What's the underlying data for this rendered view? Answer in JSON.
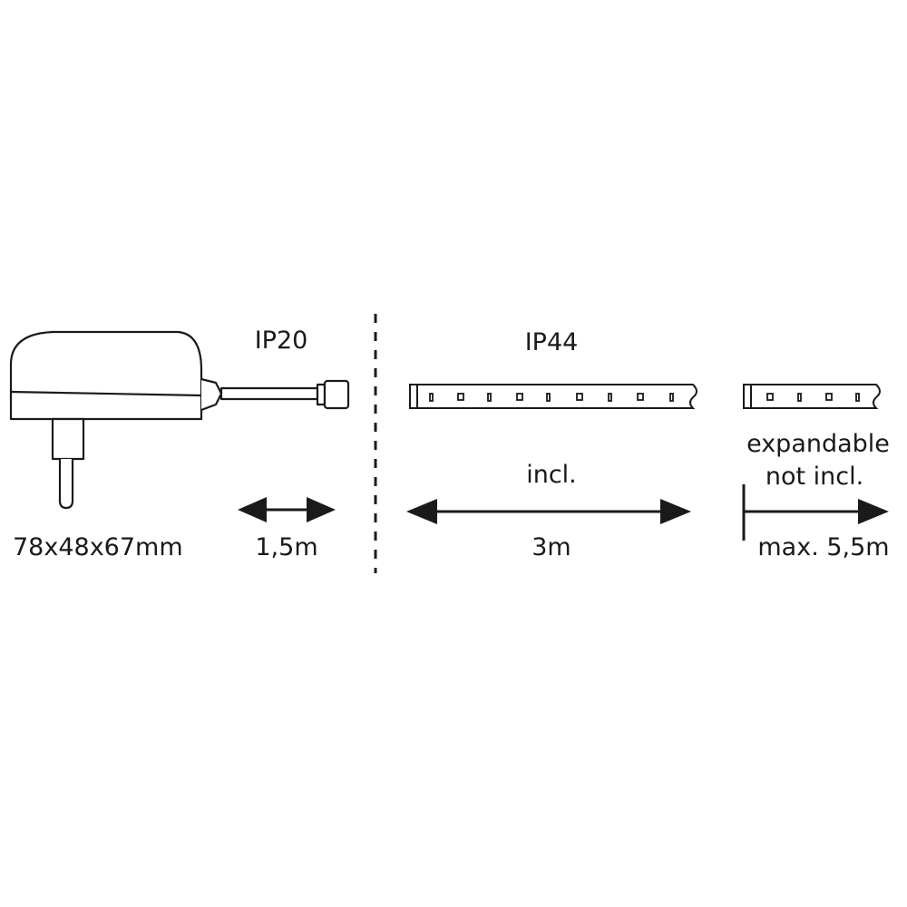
{
  "adapter": {
    "dimensions": "78x48x67mm",
    "ip_rating": "IP20",
    "cable_length": "1,5m"
  },
  "strip": {
    "ip_rating": "IP44",
    "inclusion": "incl.",
    "length": "3m"
  },
  "extension": {
    "line1": "expandable",
    "line2": "not incl.",
    "max_length": "max. 5,5m"
  },
  "colors": {
    "ink": "#1a1a1a",
    "background": "#ffffff"
  }
}
